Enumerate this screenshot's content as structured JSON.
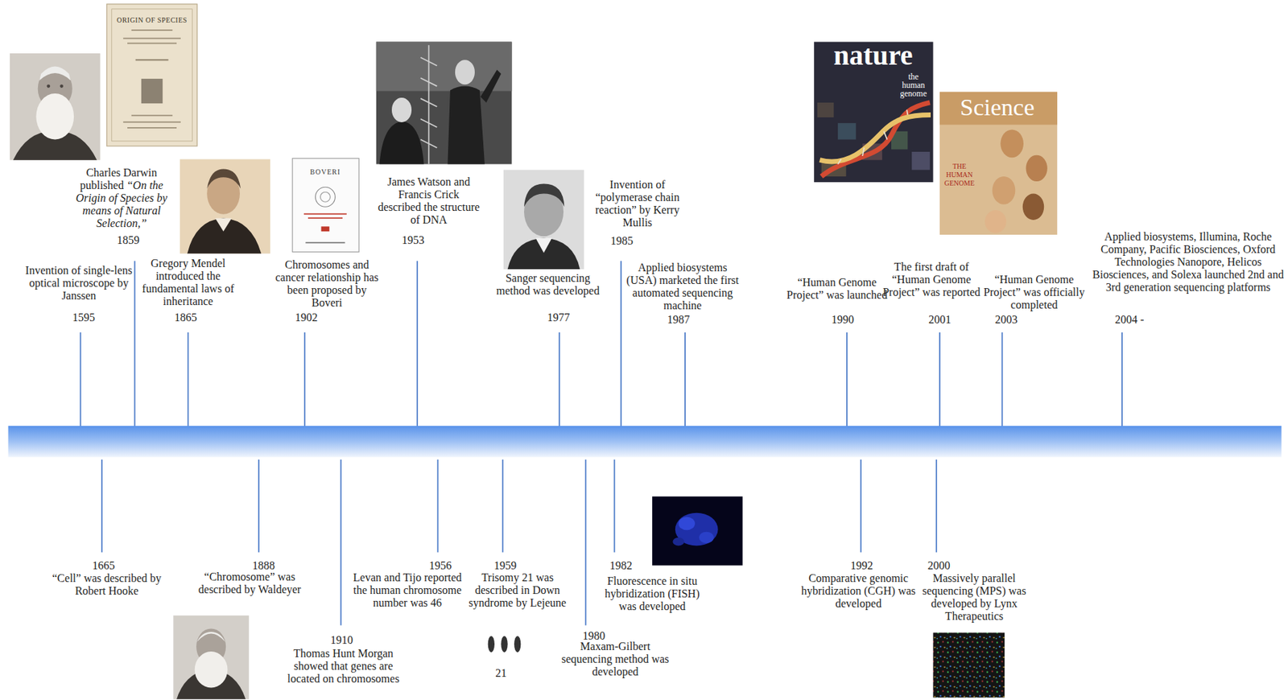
{
  "diagram": {
    "labels": [
      "ORIGIN OF SPECIES",
      "Charles Darwin published",
      "“On the Origin of Species by means of Natural Selection,”",
      "1859",
      "Invention of single-lens optical microscope by Janssen",
      "1595",
      "Gregory Mendel introduced the fundamental laws of inheritance",
      "1865",
      "BOVERI",
      "Chromosomes and cancer relationship has been proposed by Boveri",
      "1902",
      "James Watson and Francis Crick described the structure of DNA",
      "1953",
      "Sanger sequencing method was developed",
      "1977",
      "Invention of “polymerase chain reaction” by Kerry Mullis",
      "1985",
      "Applied biosystems (USA) marketed the first automated sequencing machine",
      "1987",
      "nature",
      "the human genome",
      "“Human Genome Project” was launched",
      "1990",
      "Science",
      "THE HUMAN GENOME",
      "The first draft of “Human Genome Project” was reported",
      "2001",
      "“Human Genome Project” was officially completed",
      "2003",
      "Applied biosystems, Illumina, Roche Company, Pacific Biosciences, Oxford Technologies Nanopore, Helicos Biosciences, and Solexa launched 2nd and 3rd generation sequencing platforms",
      "2004 -",
      "1665",
      "“Cell” was described by Robert Hooke",
      "1888",
      "“Chromosome” was described by Waldeyer",
      "1910",
      "Thomas Hunt Morgan showed that genes are located on chromosomes",
      "1956",
      "Levan and Tijo reported the human chromosome number was 46",
      "1959",
      "Trisomy 21 was described in Down syndrome by Lejeune",
      "21",
      "1980",
      "Maxam-Gilbert sequencing method was developed",
      "1982",
      "Fluorescence in situ hybridization (FISH) was developed",
      "1992",
      "Comparative genomic hybridization (CGH) was developed",
      "2000",
      "Massively parallel sequencing (MPS) was developed by Lynx Therapeutics"
    ]
  }
}
